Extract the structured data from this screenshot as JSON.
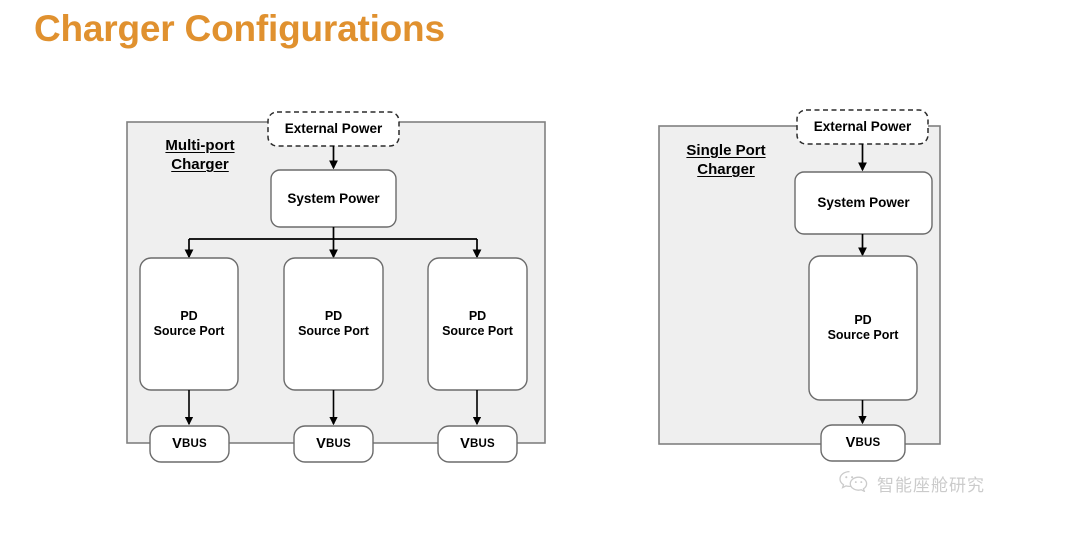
{
  "page": {
    "title": "Charger Configurations",
    "title_color": "#e0912f",
    "background": "#ffffff"
  },
  "diagrams": [
    {
      "id": "multi-port",
      "group_title_lines": [
        "Multi-port",
        "Charger"
      ],
      "container_fill": "#efefef",
      "container_stroke": "#808080",
      "external_power": {
        "label": "External Power",
        "style": "dashed"
      },
      "system_power": {
        "label": "System Power"
      },
      "ports": [
        {
          "label_line1": "PD",
          "label_line2": "Source Port",
          "vbus": "VBUS"
        },
        {
          "label_line1": "PD",
          "label_line2": "Source Port",
          "vbus": "VBUS"
        },
        {
          "label_line1": "PD",
          "label_line2": "Source Port",
          "vbus": "VBUS"
        }
      ]
    },
    {
      "id": "single-port",
      "group_title_lines": [
        "Single Port",
        "Charger"
      ],
      "container_fill": "#efefef",
      "container_stroke": "#808080",
      "external_power": {
        "label": "External Power",
        "style": "dashed"
      },
      "system_power": {
        "label": "System Power"
      },
      "ports": [
        {
          "label_line1": "PD",
          "label_line2": "Source Port",
          "vbus": "VBUS"
        }
      ]
    }
  ],
  "vbus_text": {
    "cap": "V",
    "smallcaps": "BUS"
  },
  "watermark": {
    "icon": "wechat-icon",
    "text": "智能座舱研究",
    "color": "#c9c9c9"
  }
}
